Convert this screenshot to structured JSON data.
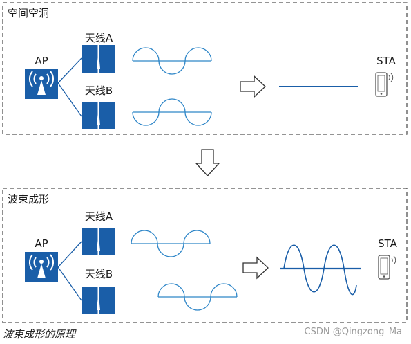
{
  "colors": {
    "blue": "#1a5ea8",
    "light_blue": "#2e86c8",
    "border": "#555555",
    "arrow_stroke": "#333333",
    "phone": "#555555"
  },
  "top_panel": {
    "title": "空间空洞",
    "ap_label": "AP",
    "antenna_a_label": "天线A",
    "antenna_b_label": "天线B",
    "sta_label": "STA"
  },
  "bottom_panel": {
    "title": "波束成形",
    "ap_label": "AP",
    "antenna_a_label": "天线A",
    "antenna_b_label": "天线B",
    "sta_label": "STA"
  },
  "caption": "波束成形的原理",
  "watermark": "CSDN @Qingzong_Ma",
  "icons": [
    "wifi-ap-icon",
    "antenna-icon",
    "hollow-arrow-right-icon",
    "hollow-arrow-down-icon",
    "smartphone-icon"
  ]
}
